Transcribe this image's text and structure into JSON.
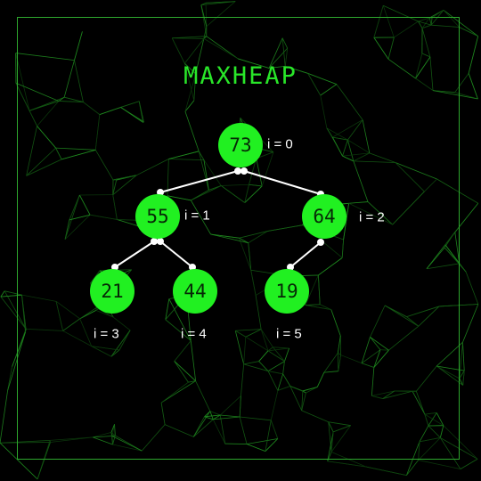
{
  "title": "MAXHEAP",
  "colors": {
    "background": "#000000",
    "accent": "#21f021",
    "frame": "#2ea82e",
    "edges": "#ffffff"
  },
  "nodes": [
    {
      "value": "73",
      "index_label": "i = 0"
    },
    {
      "value": "55",
      "index_label": "i = 1"
    },
    {
      "value": "64",
      "index_label": "i = 2"
    },
    {
      "value": "21",
      "index_label": "i = 3"
    },
    {
      "value": "44",
      "index_label": "i = 4"
    },
    {
      "value": "19",
      "index_label": "i = 5"
    }
  ],
  "edges": [
    {
      "from": 0,
      "to": 1
    },
    {
      "from": 0,
      "to": 2
    },
    {
      "from": 1,
      "to": 3
    },
    {
      "from": 1,
      "to": 4
    },
    {
      "from": 2,
      "to": 5
    }
  ]
}
